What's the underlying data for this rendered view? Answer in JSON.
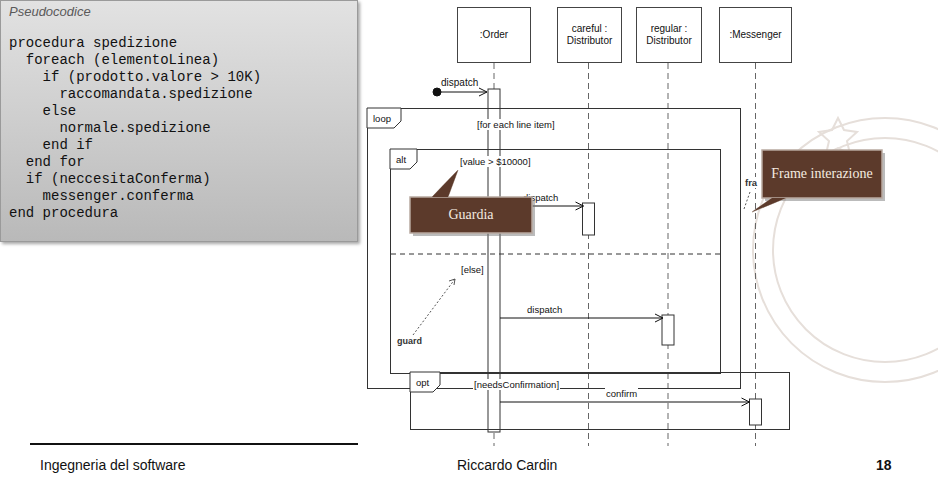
{
  "diagram": {
    "nodes": [
      {
        "text": [
          "Pseudocodice",
          "procedura spedizione",
          "foreach (elementoLinea)",
          "if (prodotto.valore > 10K)",
          "raccomandata.spedizione",
          "else",
          "normale.spedizione",
          "end if",
          "end for",
          "if (neccesitaConferma)",
          "messenger.conferma",
          "end procedura"
        ]
      },
      {
        "text": [
          ":Order"
        ]
      },
      {
        "text": [
          "careful : Distributor"
        ]
      },
      {
        "text": [
          "regular : Distributor"
        ]
      },
      {
        "text": [
          ":Messenger"
        ]
      },
      {
        "text": [
          "loop",
          "[for each line item]"
        ]
      },
      {
        "text": [
          "alt",
          "[value > $10000]",
          "[else]"
        ],
        "in": 5
      },
      {
        "text": [
          "opt",
          "[needsConfirmation]"
        ]
      },
      {
        "text": [
          "Guardia"
        ]
      },
      {
        "text": [
          "Frame interazione"
        ]
      }
    ],
    "edges": [
      {
        "from": 1,
        "to": 2,
        "label": "dispatch",
        "arrow": "to"
      },
      {
        "from": 1,
        "to": 3,
        "label": "dispatch",
        "arrow": "to"
      },
      {
        "from": 1,
        "to": 4,
        "label": "confirm",
        "arrow": "to"
      }
    ],
    "labels": [
      "dispatch",
      "guard",
      "fra",
      "Ingegneria del software",
      "Riccardo Cardin",
      "18"
    ]
  }
}
